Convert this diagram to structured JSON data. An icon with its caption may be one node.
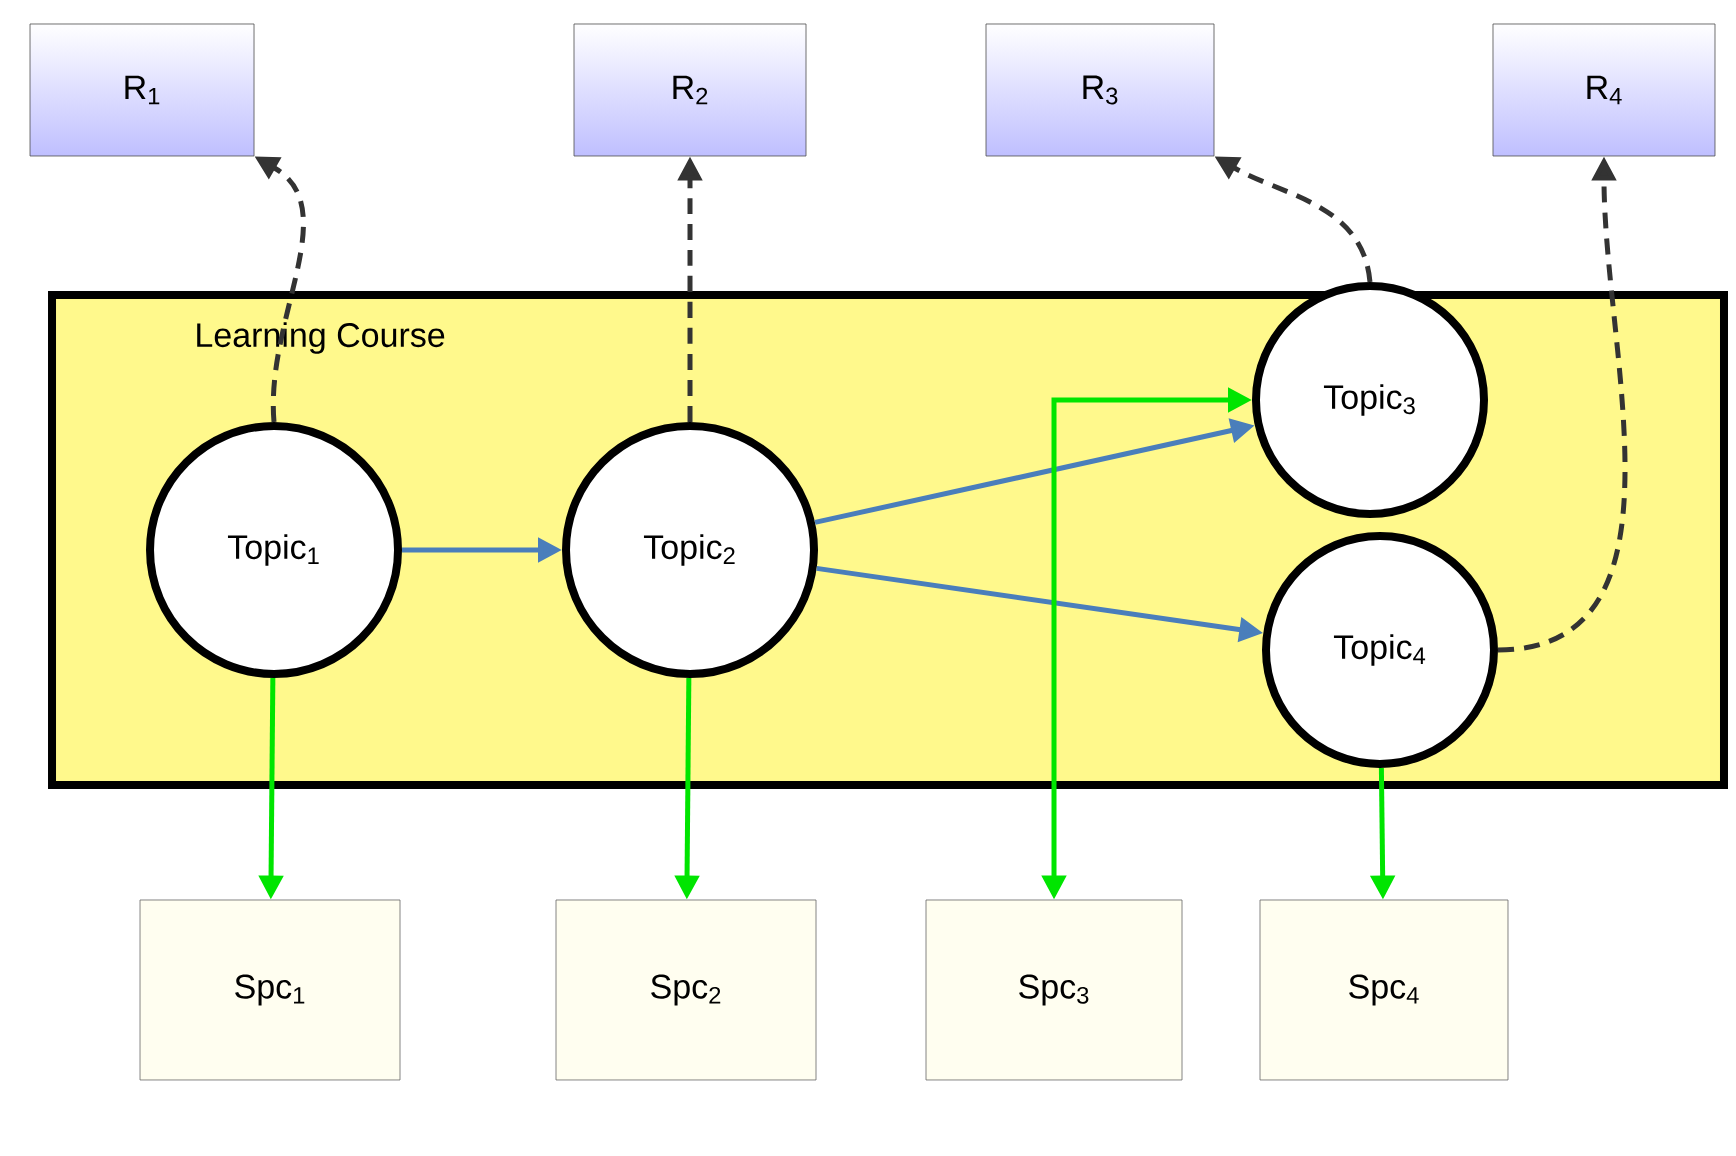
{
  "diagram": {
    "nodes": [
      {
        "text": [
          "R$_{1}$"
        ]
      },
      {
        "text": [
          "R$_{2}$"
        ]
      },
      {
        "text": [
          "R$_{3}$"
        ]
      },
      {
        "text": [
          "R$_{4}$"
        ]
      },
      {
        "text": [
          "Learning Course"
        ]
      },
      {
        "text": [
          "Topic$_{1}$"
        ],
        "in": 4
      },
      {
        "text": [
          "Topic$_{2}$"
        ],
        "in": 4
      },
      {
        "text": [
          "Topic$_{3}$"
        ],
        "in": 4
      },
      {
        "text": [
          "Topic$_{4}$"
        ],
        "in": 4
      },
      {
        "text": [
          "Spc$_{1}$"
        ]
      },
      {
        "text": [
          "Spc$_{2}$"
        ]
      },
      {
        "text": [
          "Spc$_{3}$"
        ]
      },
      {
        "text": [
          "Spc$_{4}$"
        ]
      }
    ],
    "edges": [
      {
        "from": 5,
        "to": 0,
        "arrow": "to",
        "style": "dashed",
        "color": "#333333"
      },
      {
        "from": 6,
        "to": 1,
        "arrow": "to",
        "style": "dashed",
        "color": "#333333"
      },
      {
        "from": 7,
        "to": 2,
        "arrow": "to",
        "style": "dashed",
        "color": "#333333"
      },
      {
        "from": 8,
        "to": 3,
        "arrow": "to",
        "style": "dashed",
        "color": "#333333"
      },
      {
        "from": 5,
        "to": 6,
        "arrow": "to",
        "color": "#4a7ebb"
      },
      {
        "from": 6,
        "to": 7,
        "arrow": "to",
        "color": "#4a7ebb"
      },
      {
        "from": 6,
        "to": 8,
        "arrow": "to",
        "color": "#4a7ebb"
      },
      {
        "from": 5,
        "to": 9,
        "arrow": "to",
        "color": "#00e500"
      },
      {
        "from": 6,
        "to": 10,
        "arrow": "to",
        "color": "#00e500"
      },
      {
        "from": 7,
        "to": 11,
        "arrow": "both",
        "color": "#00e500"
      },
      {
        "from": 8,
        "to": 12,
        "arrow": "to",
        "color": "#00e500"
      }
    ]
  }
}
